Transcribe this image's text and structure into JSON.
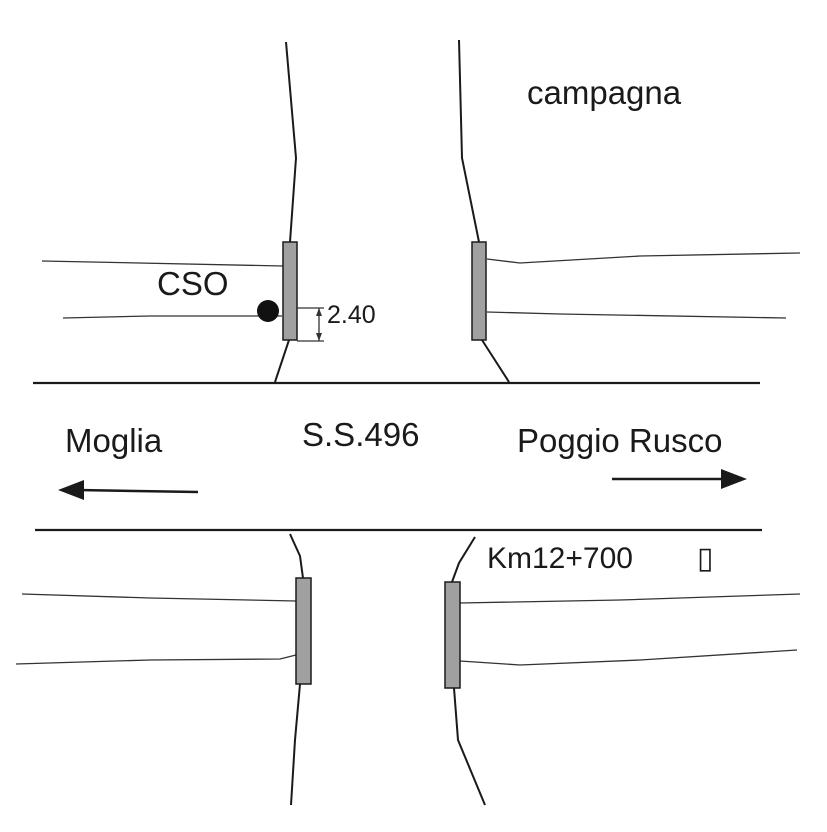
{
  "labels": {
    "campagna": "campagna",
    "cso": "CSO",
    "dimension": "2.40",
    "road_name": "S.S.496",
    "left_direction": "Moglia",
    "right_direction": "Poggio Rusco",
    "kilometer": "Km12+700",
    "kilometer_symbol": "▯"
  },
  "colors": {
    "culvert_fill": "#a0a0a0",
    "ink": "#1a1a1a",
    "background": "#ffffff"
  },
  "icons": {
    "cso_marker": "filled-circle",
    "left_arrow": "arrow-left",
    "right_arrow": "arrow-right"
  }
}
